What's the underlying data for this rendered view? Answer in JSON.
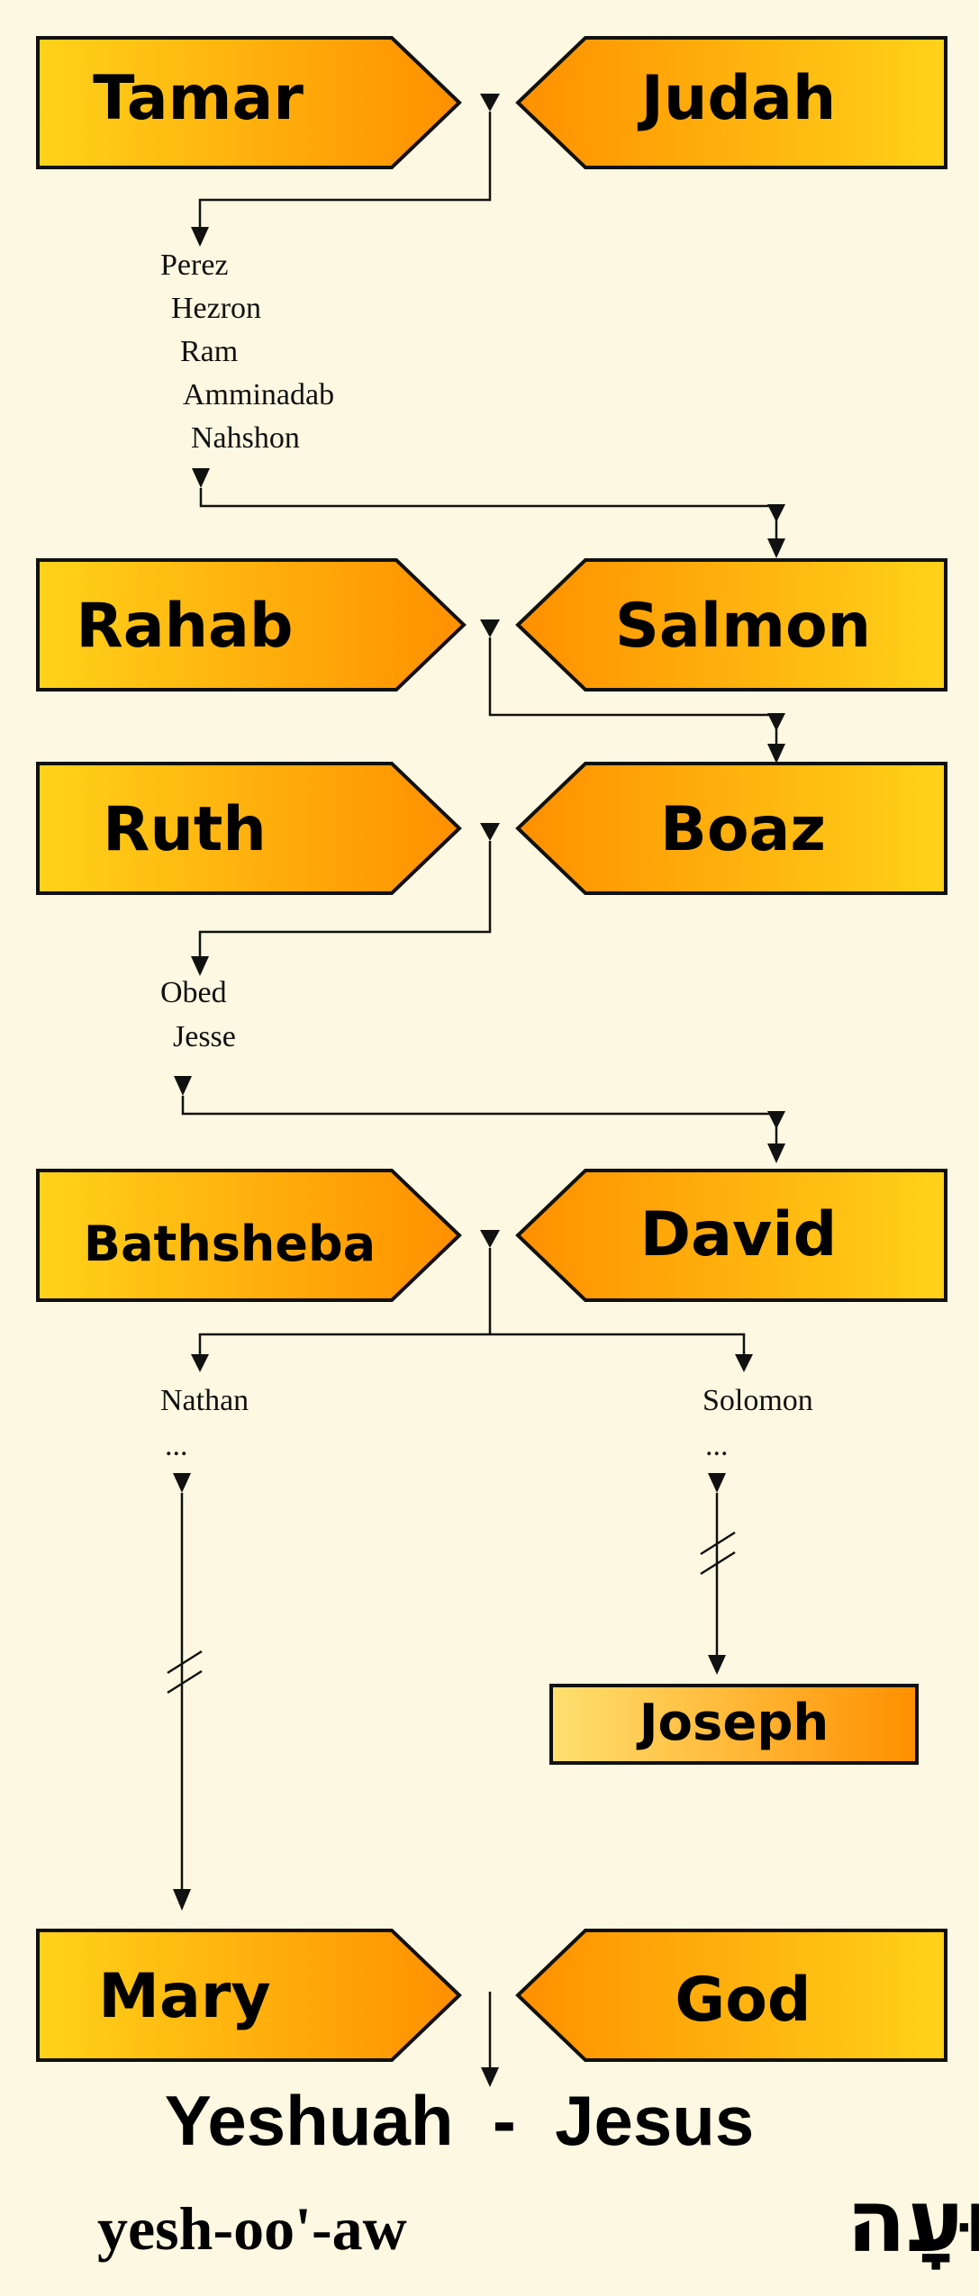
{
  "couples": [
    {
      "left": "Tamar",
      "right": "Judah"
    },
    {
      "left": "Rahab",
      "right": "Salmon"
    },
    {
      "left": "Ruth",
      "right": "Boaz"
    },
    {
      "left": "Bathsheba",
      "right": "David"
    },
    {
      "left": "Mary",
      "right": "God"
    }
  ],
  "generations_judah": [
    "Perez",
    "Hezron",
    "Ram",
    "Amminadab",
    "Nahshon"
  ],
  "generations_boaz": [
    "Obed",
    "Jesse"
  ],
  "branch_left": {
    "name": "Nathan",
    "ellipsis": "..."
  },
  "branch_right": {
    "name": "Solomon",
    "ellipsis": "..."
  },
  "joseph": "Joseph",
  "result": {
    "title": "Yeshuah  -  Jesus",
    "transliteration": "yesh-oo'-aw",
    "hebrew": "יְשׁוּעָה"
  },
  "colors": {
    "box_light": "#ffd21a",
    "box_dark": "#ff9000",
    "background": "#fdf8e1"
  }
}
